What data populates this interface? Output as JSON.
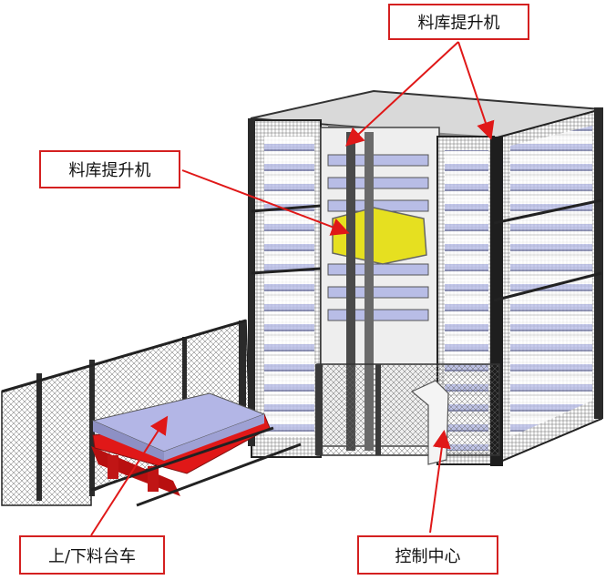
{
  "labels": {
    "lift_top": "料库提升机",
    "lift_left": "料库提升机",
    "cart": "上/下料台车",
    "control": "控制中心"
  },
  "colors": {
    "frame": "#3a3a3a",
    "mesh": "#555555",
    "shelf": "#b8bde6",
    "lifter": "#e6e020",
    "cart_base": "#e01818",
    "cart_top": "#b3b6e6",
    "arrow": "#e01818",
    "label_border": "#d42020"
  }
}
